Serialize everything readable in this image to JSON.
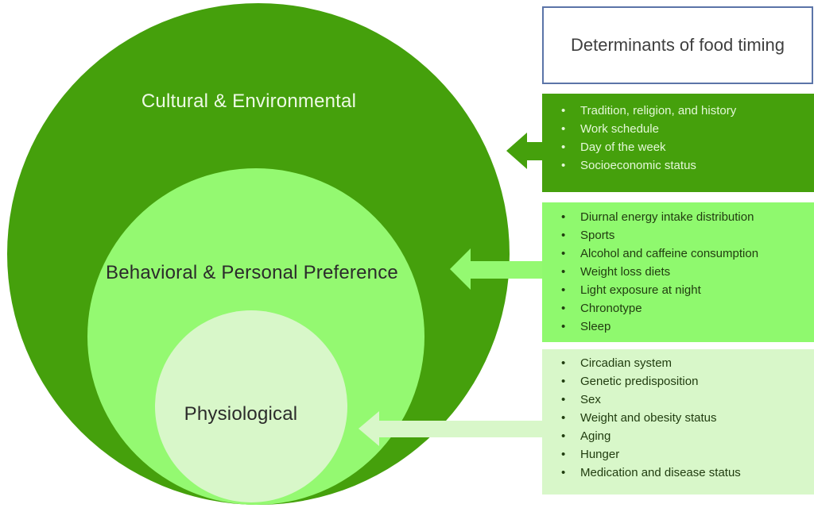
{
  "title_box": {
    "label": "Determinants of food timing"
  },
  "colors": {
    "dark_green": "#45a00c",
    "mid_green": "#94f971",
    "pale_green": "#d8f7c9",
    "title_border_blue": "#5b74a8",
    "dark_text": "#213d10",
    "light_text": "#e4f8d8"
  },
  "diagram": {
    "circles": [
      {
        "label": "Cultural & Environmental"
      },
      {
        "label": "Behavioral & Personal Preference"
      },
      {
        "label": "Physiological"
      }
    ]
  },
  "boxes": [
    {
      "name": "cultural-environmental-determinants",
      "items": [
        "Tradition, religion, and history",
        "Work schedule",
        "Day of the week",
        "Socioeconomic status"
      ]
    },
    {
      "name": "behavioral-personal-determinants",
      "items": [
        "Diurnal energy intake distribution",
        "Sports",
        "Alcohol and caffeine consumption",
        "Weight loss diets",
        "Light exposure at night",
        "Chronotype",
        "Sleep"
      ]
    },
    {
      "name": "physiological-determinants",
      "items": [
        "Circadian system",
        "Genetic predisposition",
        "Sex",
        "Weight and obesity status",
        "Aging",
        "Hunger",
        "Medication and disease status"
      ]
    }
  ]
}
